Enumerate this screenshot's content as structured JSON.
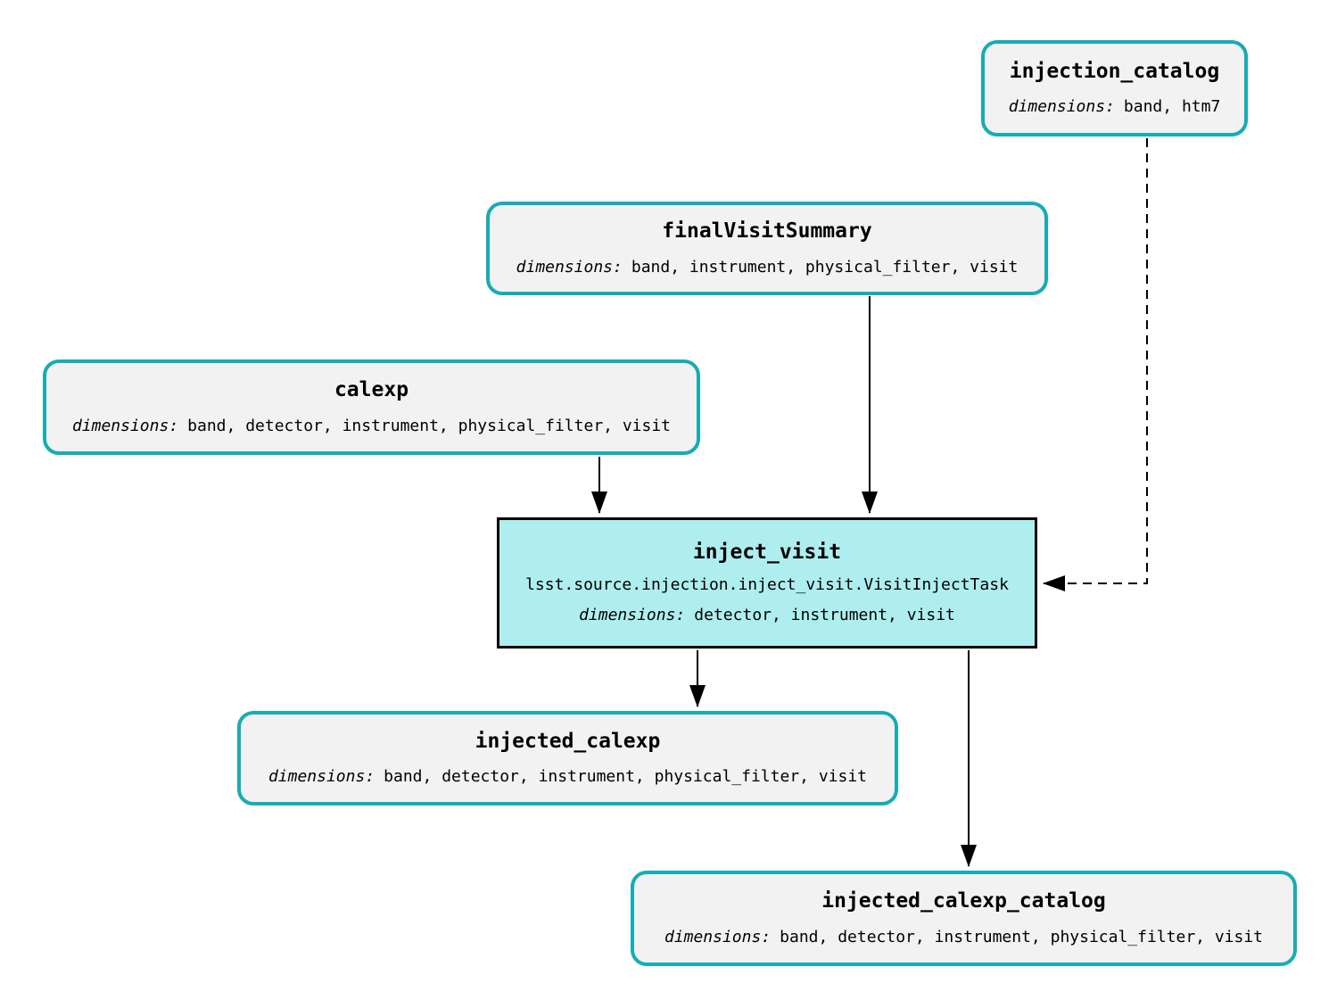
{
  "nodes": {
    "injection_catalog": {
      "type": "dataset",
      "title": "injection_catalog",
      "dimensions_label": "dimensions:",
      "dimensions": "band, htm7"
    },
    "finalVisitSummary": {
      "type": "dataset",
      "title": "finalVisitSummary",
      "dimensions_label": "dimensions:",
      "dimensions": "band, instrument, physical_filter, visit"
    },
    "calexp": {
      "type": "dataset",
      "title": "calexp",
      "dimensions_label": "dimensions:",
      "dimensions": "band, detector, instrument, physical_filter, visit"
    },
    "inject_visit": {
      "type": "task",
      "title": "inject_visit",
      "task_class": "lsst.source.injection.inject_visit.VisitInjectTask",
      "dimensions_label": "dimensions:",
      "dimensions": "detector, instrument, visit"
    },
    "injected_calexp": {
      "type": "dataset",
      "title": "injected_calexp",
      "dimensions_label": "dimensions:",
      "dimensions": "band, detector, instrument, physical_filter, visit"
    },
    "injected_calexp_catalog": {
      "type": "dataset",
      "title": "injected_calexp_catalog",
      "dimensions_label": "dimensions:",
      "dimensions": "band, detector, instrument, physical_filter, visit"
    }
  },
  "edges": [
    {
      "from": "calexp",
      "to": "inject_visit",
      "style": "solid"
    },
    {
      "from": "finalVisitSummary",
      "to": "inject_visit",
      "style": "solid"
    },
    {
      "from": "injection_catalog",
      "to": "inject_visit",
      "style": "dashed"
    },
    {
      "from": "inject_visit",
      "to": "injected_calexp",
      "style": "solid"
    },
    {
      "from": "inject_visit",
      "to": "injected_calexp_catalog",
      "style": "solid"
    }
  ],
  "colors": {
    "dataset_border": "#17ACB4",
    "dataset_fill": "#F2F2F2",
    "task_fill": "#AFEEEE",
    "task_border": "#000000",
    "edge": "#000000",
    "background": "#FFFFFF"
  }
}
